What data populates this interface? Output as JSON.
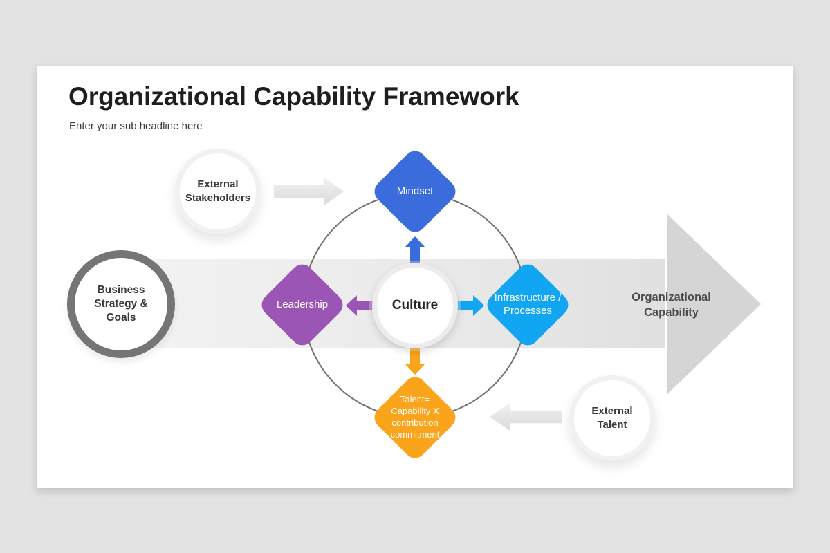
{
  "slide": {
    "title": "Organizational Capability Framework",
    "subtitle": "Enter your sub headline here"
  },
  "colors": {
    "page_background": "#e4e3e3",
    "slide_background": "#ffffff",
    "main_arrow_shaft": "#ebeaea",
    "main_arrow_head": "#d6d5d5",
    "ring": "#6f6f6f",
    "gray_node_border": "#757575",
    "mindset": "#3b6cdb",
    "leadership": "#9a55b5",
    "infrastructure": "#12a6f2",
    "talent": "#f9a41a"
  },
  "diagram": {
    "main_arrow_label": {
      "lines": [
        "Organizational",
        "Capability"
      ]
    },
    "business_circle": {
      "lines": [
        "Business",
        "Strategy &",
        "Goals"
      ]
    },
    "culture_circle": {
      "label": "Culture"
    },
    "diamonds": {
      "top": {
        "label": "Mindset"
      },
      "left": {
        "label": "Leadership"
      },
      "right": {
        "lines": [
          "Infrastructure /",
          "Processes"
        ]
      },
      "bottom": {
        "lines": [
          "Talent=",
          "Capability X",
          "contribution",
          "commitment"
        ]
      }
    },
    "external_stakeholders": {
      "lines": [
        "External",
        "Stakeholders"
      ]
    },
    "external_talent": {
      "lines": [
        "External",
        "Talent"
      ]
    }
  }
}
